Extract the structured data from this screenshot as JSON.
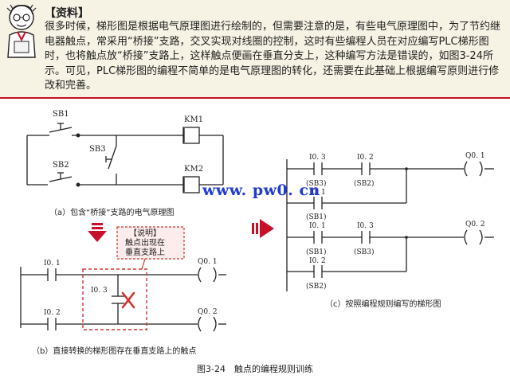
{
  "note": {
    "title": "【资料】",
    "body": "很多时候，梯形图是根据电气原理图进行绘制的，但需要注意的是，有些电气原理图中，为了节约继电器触点，常采用“桥接”支路，交叉实现对线圈的控制，这时有些编程人员在对应编写PLC梯形图时，也将触点放“桥接”支路上，这样触点便画在垂直分支上，这种编写方法是错误的，如图3-24所示。可见，PLC梯形图的编程不简单的是电气原理图的转化，还需要在此基础上根据编写原则进行修改和完善。"
  },
  "circuit_a": {
    "sb1": "SB1",
    "sb2": "SB2",
    "sb3": "SB3",
    "km1": "KM1",
    "km2": "KM2",
    "caption": "（a）包含“桥接”支路的电气原理图"
  },
  "ladder_b": {
    "i01": "I0. 1",
    "i02": "I0. 2",
    "i03": "I0. 3",
    "q01": "Q0. 1",
    "q02": "Q0. 2",
    "callout_title": "【说明】",
    "callout_line1": "触点出现在",
    "callout_line2": "垂直支路上",
    "caption": "（b）直接转换的梯形图存在垂直支路上的触点"
  },
  "ladder_c": {
    "r1_c1": "I0. 3",
    "r1_c1_sub": "(SB3)",
    "r1_c2": "I0. 2",
    "r1_c2_sub": "(SB2)",
    "r1_b": "I0. 1",
    "r1_b_sub": "(SB1)",
    "r1_out": "Q0. 1",
    "r2_c1": "I0. 1",
    "r2_c1_sub": "(SB1)",
    "r2_c2": "I0. 3",
    "r2_c2_sub": "(SB3)",
    "r2_b": "I0. 2",
    "r2_b_sub": "(SB2)",
    "r2_out": "Q0. 2",
    "caption": "（c）按照编程规则编写的梯形图"
  },
  "watermark": "www. pw0. cn",
  "figure_caption": "图3-24　触点的编程规则训练",
  "colors": {
    "accent_red": "#c9102a",
    "dash_red": "#d0342c",
    "watermark_blue": "#1f3ad6",
    "note_bg": "#f6f2e4"
  }
}
